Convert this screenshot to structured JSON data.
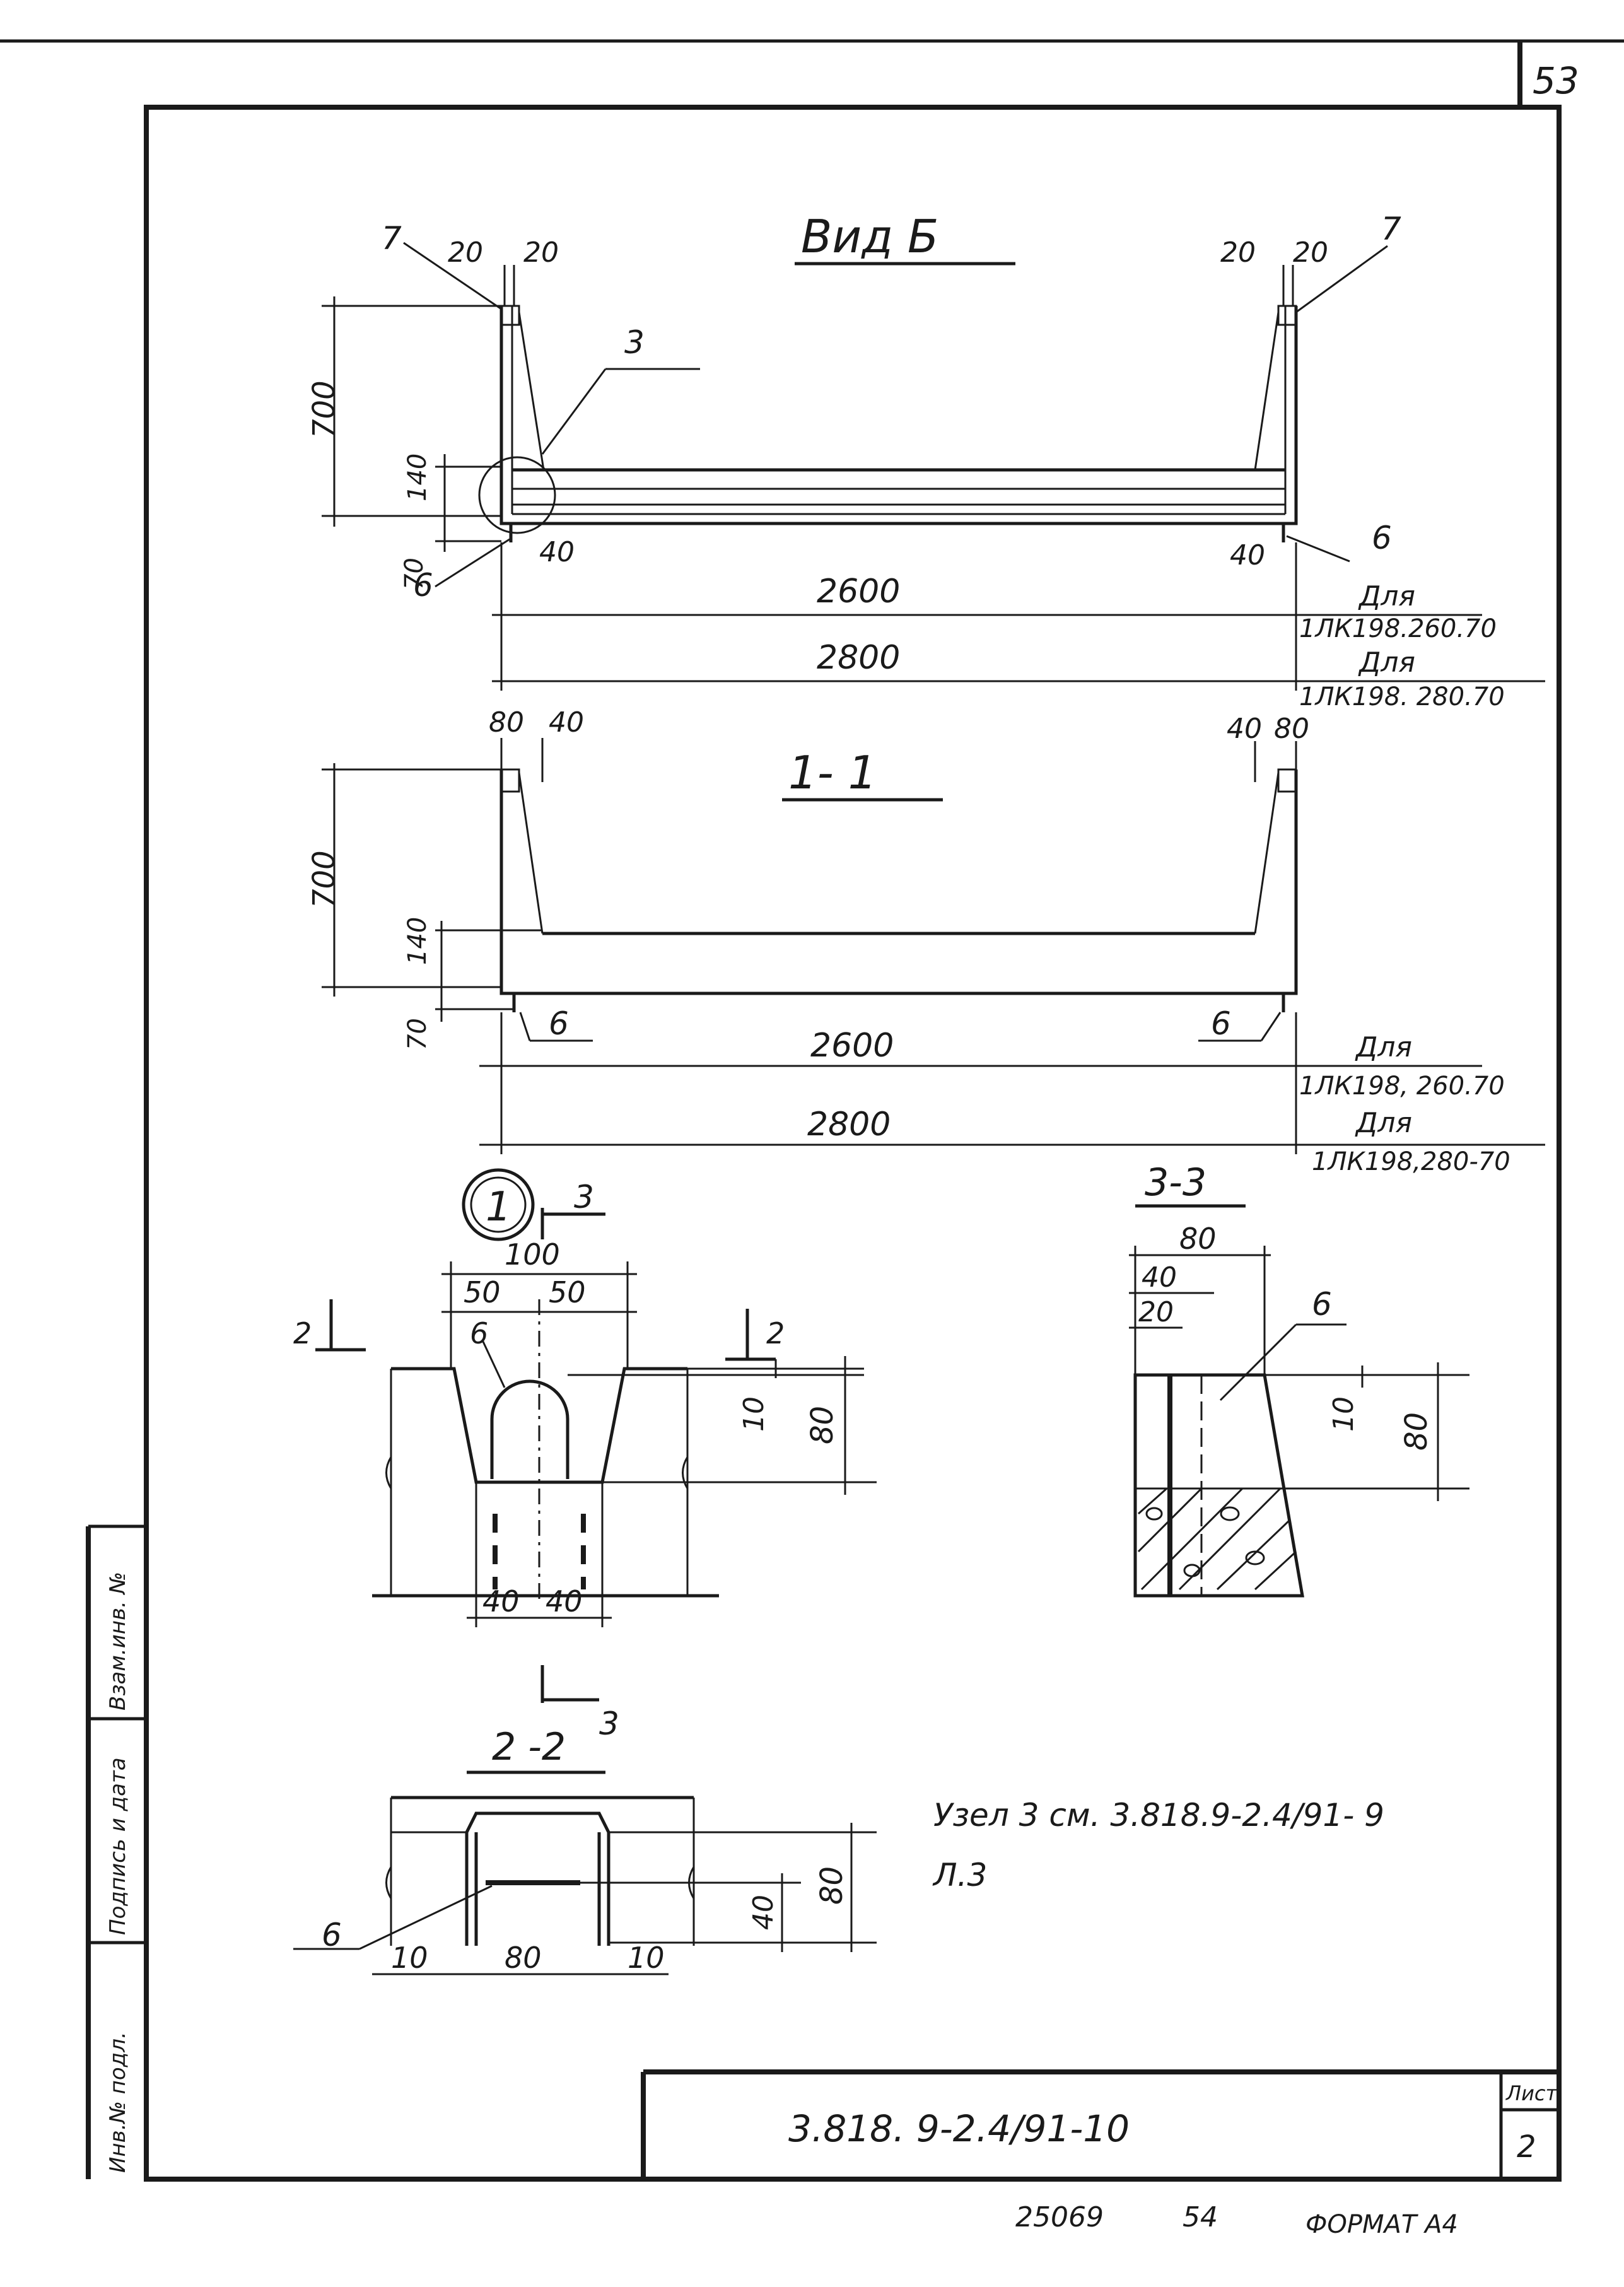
{
  "sheet_corner_number": "53",
  "views": {
    "vid_b": {
      "title": "Вид Б",
      "dims": {
        "h700": "700",
        "h140": "140",
        "h70": "70",
        "tl20a": "20",
        "tl20b": "20",
        "tr20a": "20",
        "tr20b": "20",
        "bl40": "40",
        "br40": "40",
        "w2600": "2600",
        "w2800": "2800"
      },
      "callouts": {
        "c7left": "7",
        "c7right": "7",
        "c3": "3",
        "c6left": "6",
        "c6right": "6"
      },
      "notes": {
        "dlya1": "Для",
        "mark1": "1ЛК198.260.70",
        "dlya2": "Для",
        "mark2": "1ЛК198. 280.70"
      }
    },
    "sec_1_1": {
      "title": "1- 1",
      "dims": {
        "h700": "700",
        "h140": "140",
        "h70": "70",
        "l80": "80",
        "l40": "40",
        "r40": "40",
        "r80": "80",
        "w2600": "2600",
        "w2800": "2800"
      },
      "callouts": {
        "c6left": "6",
        "c6right": "6"
      },
      "notes": {
        "dlya1": "Для",
        "mark1": "1ЛК198, 260.70",
        "dlya2": "Для",
        "mark2": "1ЛК198,280-70"
      }
    },
    "node_1": {
      "node_label": "1",
      "cut3_top": "3",
      "cut3_bottom": "3",
      "cut2_left": "2",
      "cut2_right": "2",
      "dims": {
        "w100": "100",
        "w50a": "50",
        "w50b": "50",
        "h10": "10",
        "h80": "80",
        "b40a": "40",
        "b40b": "40"
      },
      "callout6": "6"
    },
    "sec_3_3": {
      "title": "3-3",
      "dims": {
        "w80": "80",
        "w40": "40",
        "w20": "20",
        "h10": "10",
        "h80": "80"
      },
      "callout6": "6"
    },
    "sec_2_2": {
      "title": "2 -2",
      "dims": {
        "w10a": "10",
        "w80": "80",
        "w10b": "10",
        "h40": "40",
        "h80": "80"
      },
      "callout6": "6"
    }
  },
  "note": {
    "line1": "Узел 3 см. 3.818.9-2.4/91- 9",
    "line2": "Л.3"
  },
  "side_stamp": {
    "inv_podl": "Инв.№ подл.",
    "podpis": "Подпись и дата",
    "vzam": "Взам.инв. №"
  },
  "title_block": {
    "doc_code": "3.818. 9-2.4/91-10",
    "list_label": "Лист",
    "list_number": "2"
  },
  "footer": {
    "number": "25069",
    "page": "54",
    "format": "ФОРМАТ А4"
  }
}
